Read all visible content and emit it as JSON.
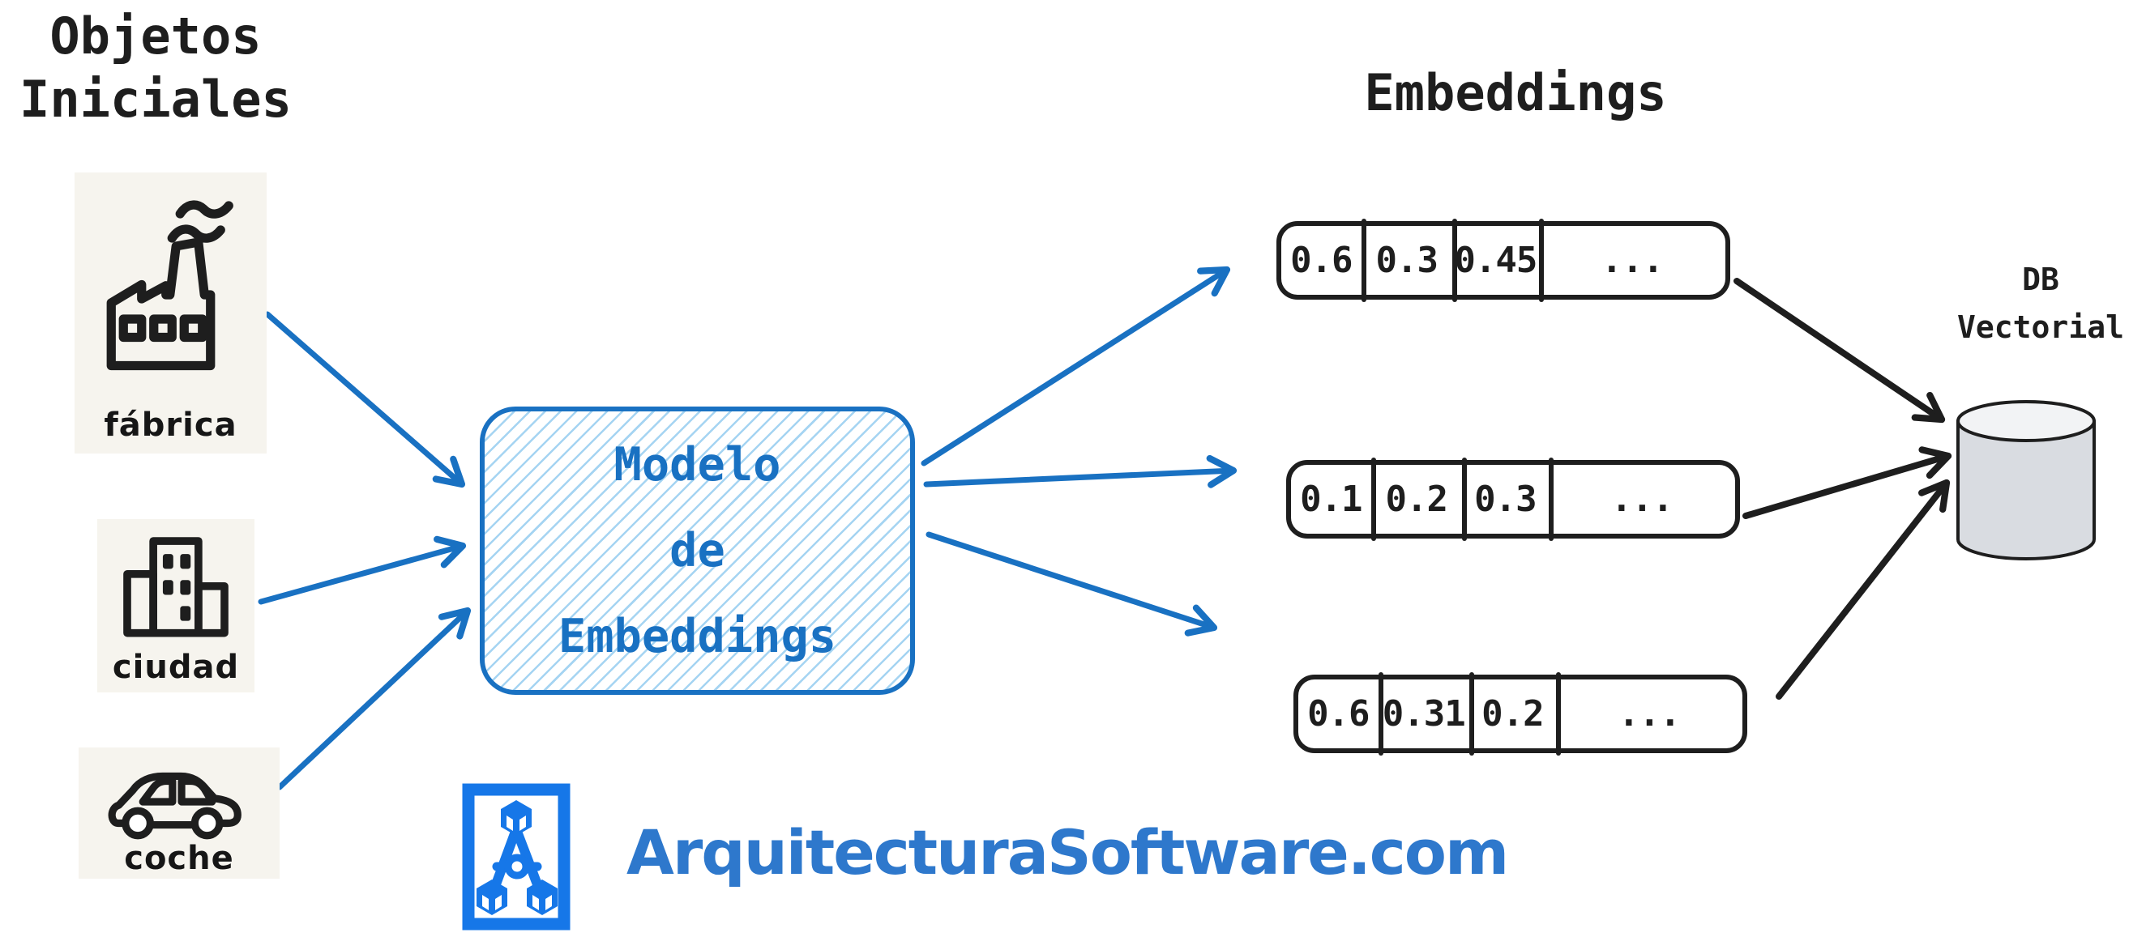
{
  "colors": {
    "ink": "#1e1e1e",
    "accent_blue": "#1971c2",
    "hatch_blue": "#a5d4f2",
    "logo_blue": "#1677e8",
    "watermark_blue": "#2e78cc",
    "card_background": "#f6f4ee",
    "db_body_fill": "#d9dce1",
    "db_top_fill": "#f2f3f5"
  },
  "left_panel": {
    "title_lines": [
      "Objetos",
      "Iniciales"
    ],
    "objects": [
      {
        "icon": "factory-icon",
        "label": "fábrica"
      },
      {
        "icon": "city-icon",
        "label": "ciudad"
      },
      {
        "icon": "car-icon",
        "label": "coche"
      }
    ]
  },
  "model_box": {
    "lines": [
      "Modelo",
      "de",
      "Embeddings"
    ]
  },
  "embeddings": {
    "title": "Embeddings",
    "vectors": [
      {
        "values": [
          "0.6",
          "0.3",
          "0.45",
          "..."
        ]
      },
      {
        "values": [
          "0.1",
          "0.2",
          "0.3",
          "..."
        ]
      },
      {
        "values": [
          "0.6",
          "0.31",
          "0.2",
          "..."
        ]
      }
    ]
  },
  "database": {
    "label_lines": [
      "DB",
      "Vectorial"
    ]
  },
  "watermark": {
    "text": "ArquitecturaSoftware.com"
  }
}
